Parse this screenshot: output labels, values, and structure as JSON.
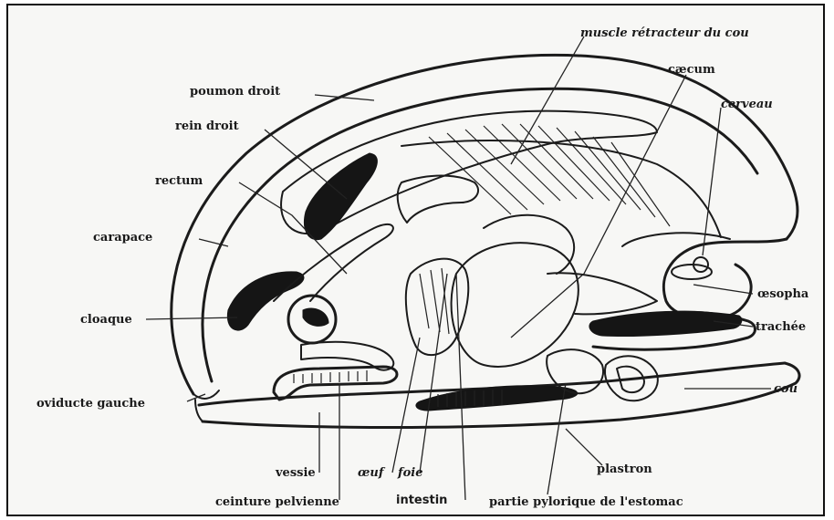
{
  "labels": {
    "muscle_retracteur": "muscle rétracteur du cou",
    "caecum": "cæcum",
    "poumon_droit": "poumon droit",
    "cerveau": "cerveau",
    "rein_droit": "rein droit",
    "rectum": "rectum",
    "carapace": "carapace",
    "oesophage": "œsopha",
    "cloaque": "cloaque",
    "trachee": "trachée",
    "oviducte_gauche": "oviducte gauche",
    "cou": "cou",
    "plastron": "plastron",
    "vessie": "vessie",
    "oeuf": "œuf",
    "foie": "foie",
    "ceinture_pelvienne": "ceinture pelvienne",
    "intestin": "intestin",
    "partie_pylorique": "partie pylorique de l'estomac"
  }
}
